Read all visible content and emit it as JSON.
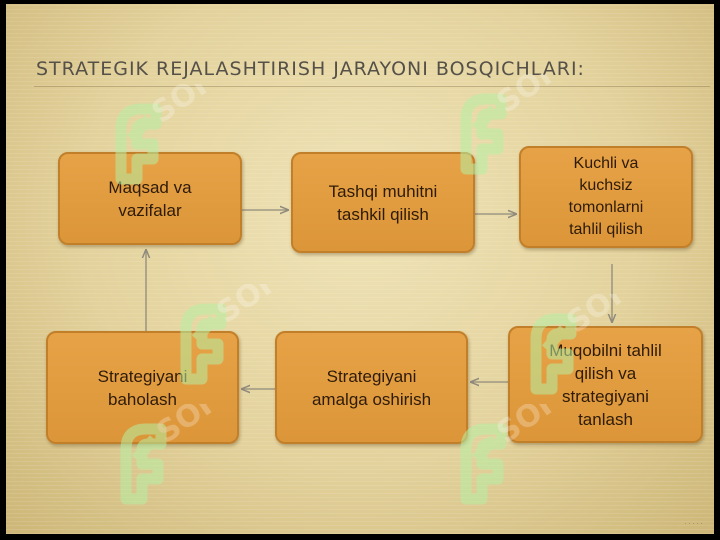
{
  "title": "STRATEGIK REJALASHTIRISH JARAYONI BOSQICHLARI:",
  "boxes": [
    {
      "id": "b1",
      "lines": [
        "Maqsad va",
        "vazifalar"
      ]
    },
    {
      "id": "b2",
      "lines": [
        "Tashqi muhitni",
        "tashkil qilish"
      ]
    },
    {
      "id": "b3",
      "lines": [
        "Kuchli va",
        "kuchsiz",
        "tomonlarni",
        "tahlil qilish"
      ]
    },
    {
      "id": "b4",
      "lines": [
        "Muqobilni tahlil",
        "qilish va",
        "strategiyani",
        "tanlash"
      ]
    },
    {
      "id": "b5",
      "lines": [
        "Strategiyani",
        "amalga oshirish"
      ]
    },
    {
      "id": "b6",
      "lines": [
        "Strategiyani",
        "baholash"
      ]
    }
  ],
  "watermark": {
    "text": "SOFT",
    "color": "#b6f0a4"
  },
  "colors": {
    "box_fill": "#dc9639",
    "box_border": "#c27f2a",
    "box_text": "#2e1b08",
    "title": "#555048",
    "arrow": "#8f8a7c"
  }
}
